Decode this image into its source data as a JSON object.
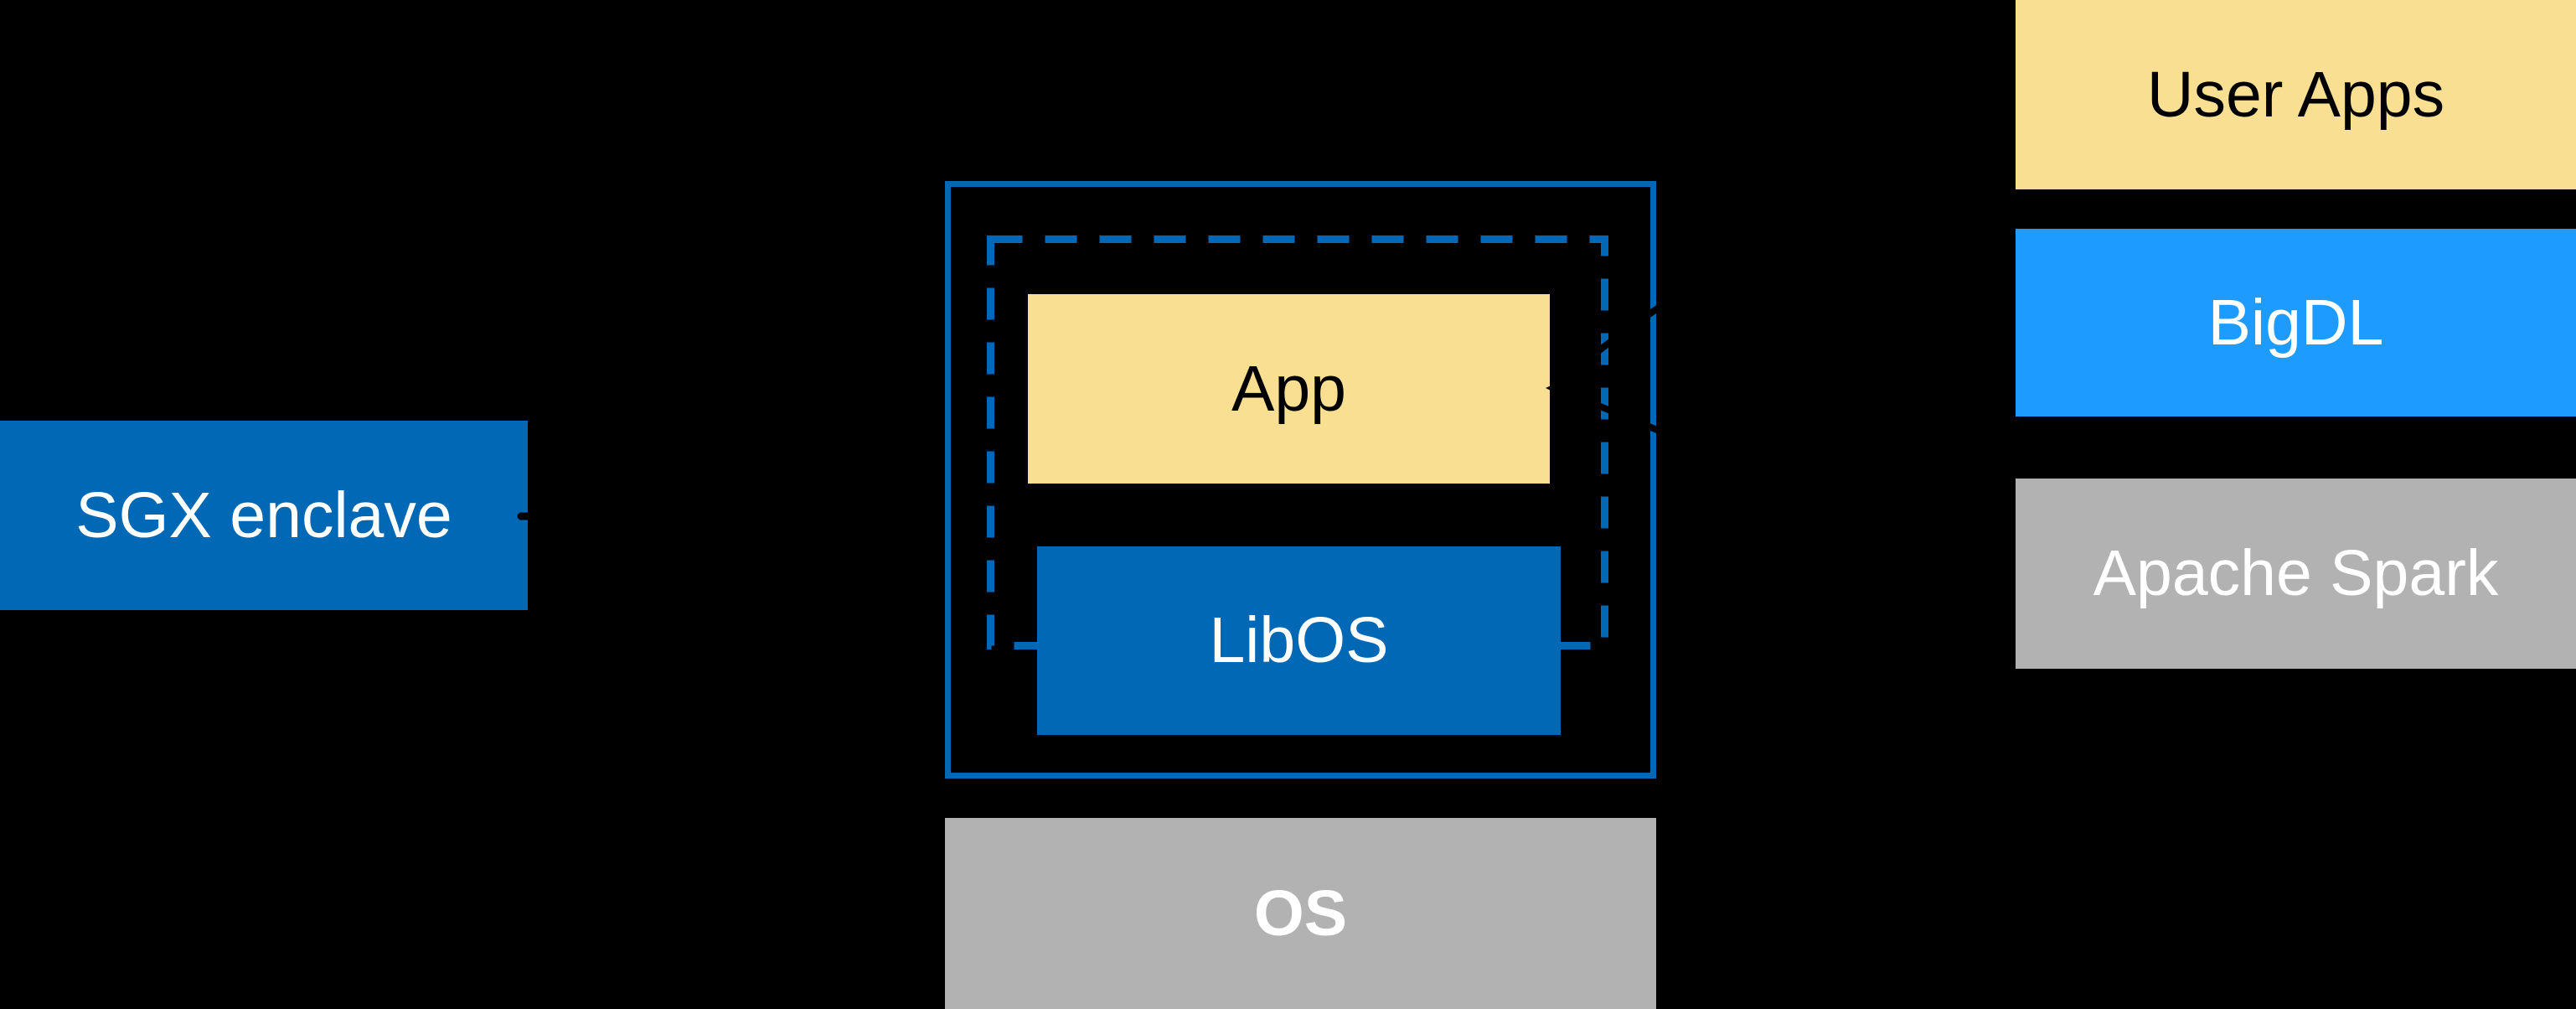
{
  "diagram": {
    "title_hint": "SGX enclave / LibOS / BigDL architecture diagram",
    "background": "#000000",
    "sgx_callout": {
      "label": "SGX enclave"
    },
    "enclave": {
      "app_label": "App",
      "libos_label": "LibOS"
    },
    "os": {
      "label": "OS"
    },
    "stack": [
      {
        "label": "User Apps"
      },
      {
        "label": "BigDL"
      },
      {
        "label": "Apache Spark"
      }
    ],
    "connectors": [
      {
        "name": "sgx-label-to-enclave",
        "style": "black-dashed-line-with-start-dot"
      },
      {
        "name": "user-apps-to-app",
        "style": "black-dashed-curve-arrow"
      },
      {
        "name": "apache-spark-to-app",
        "style": "black-dashed-curve-arrow"
      }
    ],
    "colors": {
      "intel_blue": "#0068B4",
      "bright_blue": "#1E9BFF",
      "pale_yellow": "#F8DF92",
      "gray": "#B2B2B2",
      "connector_black": "#000000",
      "text_light": "#FFFFFF",
      "text_dark": "#000000"
    }
  }
}
